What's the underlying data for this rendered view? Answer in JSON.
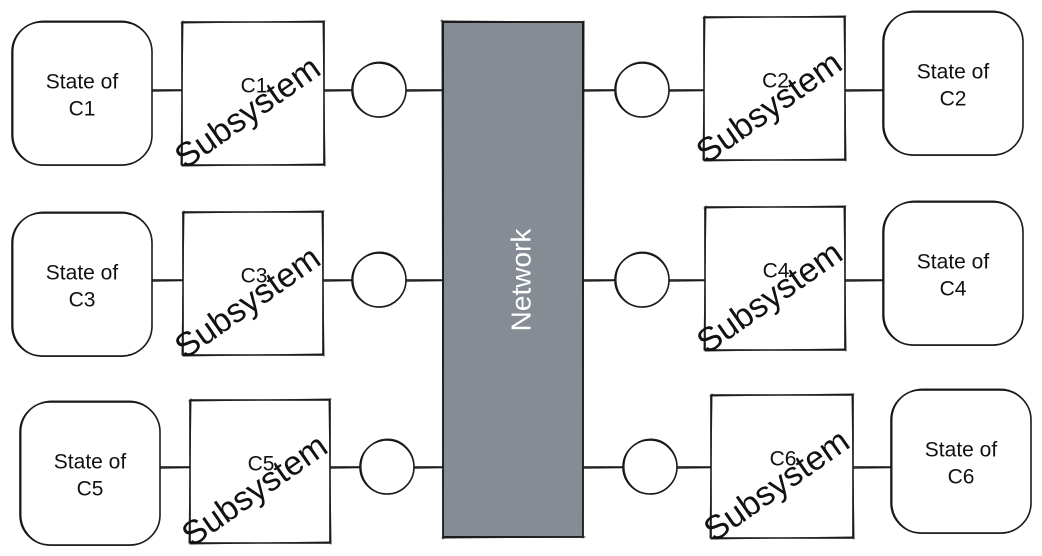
{
  "diagram": {
    "network": {
      "label": "Network",
      "fill_color": "#868c93",
      "text_color": "#ffffff"
    },
    "stroke_color": "#111111",
    "node_fill": "#ffffff",
    "components": [
      {
        "id": "C1",
        "side": "left",
        "row": 1,
        "state_label_line1": "State of",
        "state_label_line2": "C1",
        "subsystem_id": "C1",
        "subsystem_label": "Subsystem"
      },
      {
        "id": "C2",
        "side": "right",
        "row": 1,
        "state_label_line1": "State of",
        "state_label_line2": "C2",
        "subsystem_id": "C2",
        "subsystem_label": "Subsystem"
      },
      {
        "id": "C3",
        "side": "left",
        "row": 2,
        "state_label_line1": "State of",
        "state_label_line2": "C3",
        "subsystem_id": "C3",
        "subsystem_label": "Subsystem"
      },
      {
        "id": "C4",
        "side": "right",
        "row": 2,
        "state_label_line1": "State of",
        "state_label_line2": "C4",
        "subsystem_id": "C4",
        "subsystem_label": "Subsystem"
      },
      {
        "id": "C5",
        "side": "left",
        "row": 3,
        "state_label_line1": "State of",
        "state_label_line2": "C5",
        "subsystem_id": "C5",
        "subsystem_label": "Subsystem"
      },
      {
        "id": "C6",
        "side": "right",
        "row": 3,
        "state_label_line1": "State of",
        "state_label_line2": "C6",
        "subsystem_id": "C6",
        "subsystem_label": "Subsystem"
      }
    ],
    "connections": [
      {
        "from": "State of C1",
        "to": "C1 Subsystem"
      },
      {
        "from": "C1 Subsystem",
        "to": "C1 interface"
      },
      {
        "from": "C1 interface",
        "to": "Network"
      },
      {
        "from": "State of C2",
        "to": "C2 Subsystem"
      },
      {
        "from": "C2 Subsystem",
        "to": "C2 interface"
      },
      {
        "from": "C2 interface",
        "to": "Network"
      },
      {
        "from": "State of C3",
        "to": "C3 Subsystem"
      },
      {
        "from": "C3 Subsystem",
        "to": "C3 interface"
      },
      {
        "from": "C3 interface",
        "to": "Network"
      },
      {
        "from": "State of C4",
        "to": "C4 Subsystem"
      },
      {
        "from": "C4 Subsystem",
        "to": "C4 interface"
      },
      {
        "from": "C4 interface",
        "to": "Network"
      },
      {
        "from": "State of C5",
        "to": "C5 Subsystem"
      },
      {
        "from": "C5 Subsystem",
        "to": "C5 interface"
      },
      {
        "from": "C5 interface",
        "to": "Network"
      },
      {
        "from": "State of C6",
        "to": "C6 Subsystem"
      },
      {
        "from": "C6 Subsystem",
        "to": "C6 interface"
      },
      {
        "from": "C6 interface",
        "to": "Network"
      }
    ]
  }
}
